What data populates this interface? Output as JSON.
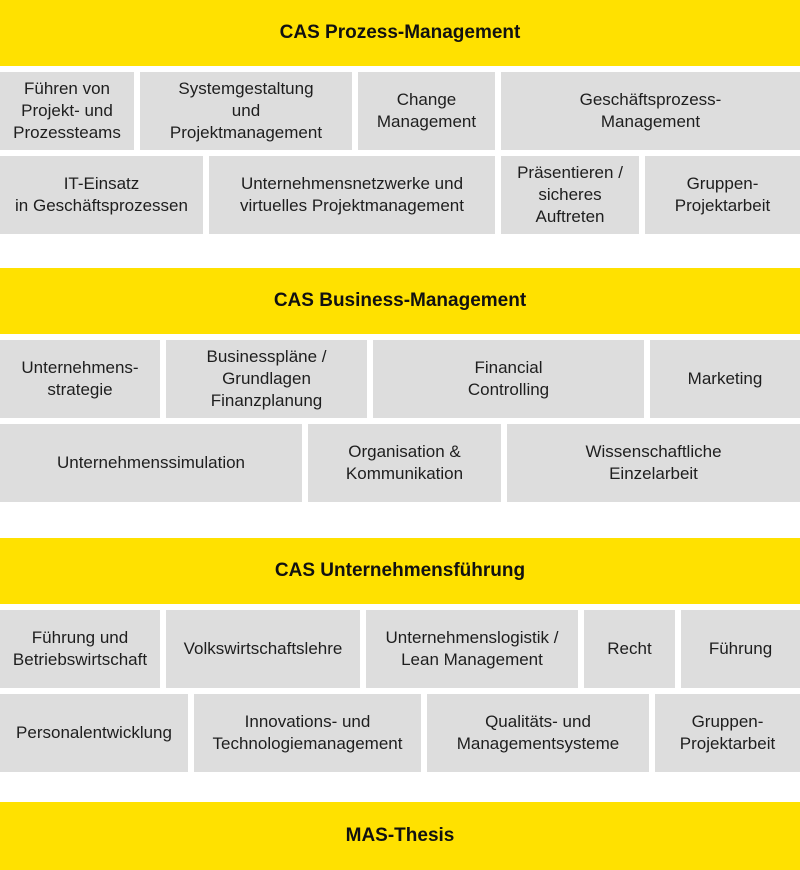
{
  "colors": {
    "band": "#ffe100",
    "cell": "#dddddd",
    "text": "#1e1e1e",
    "background": "#ffffff"
  },
  "sections": [
    {
      "title": "CAS Prozess-Management",
      "rows": [
        [
          "Führen von\nProjekt- und\nProzessteams",
          "Systemgestaltung\nund\nProjektmanagement",
          "Change\nManagement",
          "Geschäftsprozess-\nManagement"
        ],
        [
          "IT-Einsatz\nin Geschäftsprozessen",
          "Unternehmensnetzwerke und\nvirtuelles Projektmanagement",
          "Präsentieren /\nsicheres\nAuftreten",
          "Gruppen-\nProjektarbeit"
        ]
      ]
    },
    {
      "title": "CAS Business-Management",
      "rows": [
        [
          "Unternehmens-\nstrategie",
          "Businesspläne /\nGrundlagen\nFinanzplanung",
          "Financial\nControlling",
          "Marketing"
        ],
        [
          "Unternehmenssimulation",
          "Organisation &\nKommunikation",
          "Wissenschaftliche\nEinzelarbeit"
        ]
      ]
    },
    {
      "title": "CAS Unternehmensführung",
      "rows": [
        [
          "Führung und\nBetriebswirtschaft",
          "Volkswirtschaftslehre",
          "Unternehmenslogistik /\nLean Management",
          "Recht",
          "Führung"
        ],
        [
          "Personalentwicklung",
          "Innovations- und\nTechnologiemanagement",
          "Qualitäts- und\nManagementsysteme",
          "Gruppen-\nProjektarbeit"
        ]
      ]
    },
    {
      "title": "MAS-Thesis",
      "rows": []
    }
  ]
}
